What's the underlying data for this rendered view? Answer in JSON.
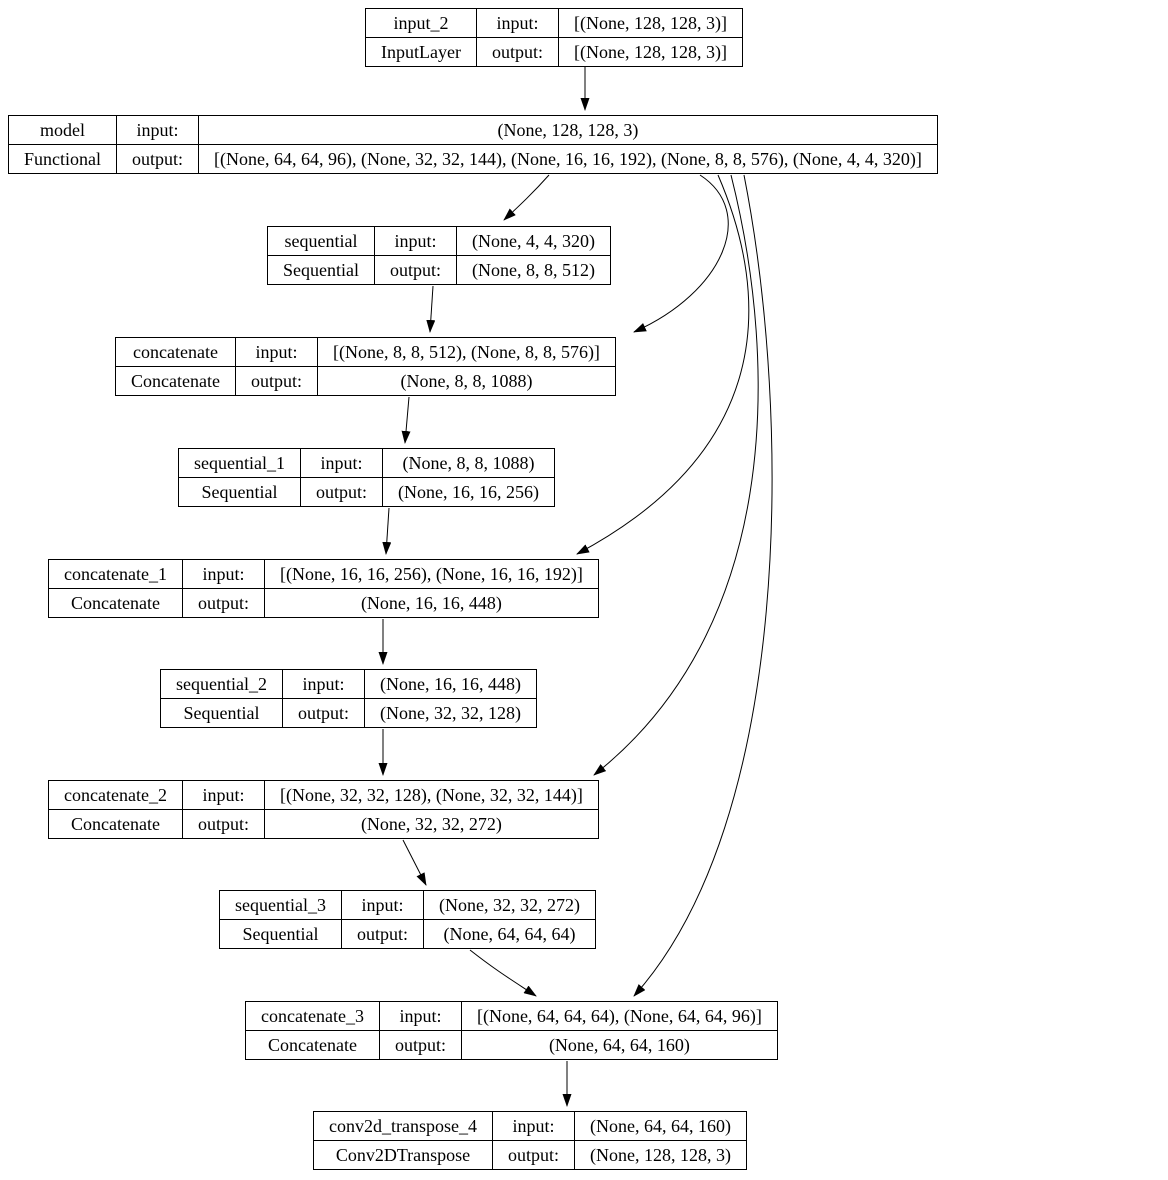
{
  "diagram": {
    "kind": "keras-model-plot",
    "colors": {
      "background": "#ffffff",
      "node_border": "#000000",
      "edge": "#000000",
      "text": "#000000"
    },
    "io_labels": {
      "input": "input:",
      "output": "output:"
    },
    "nodes": [
      {
        "id": "input_2",
        "name": "input_2",
        "class_name": "InputLayer",
        "input_label": "input:",
        "output_label": "output:",
        "input_shape": "[(None, 128, 128, 3)]",
        "output_shape": "[(None, 128, 128, 3)]"
      },
      {
        "id": "model",
        "name": "model",
        "class_name": "Functional",
        "input_label": "input:",
        "output_label": "output:",
        "input_shape": "(None, 128, 128, 3)",
        "output_shape": "[(None, 64, 64, 96), (None, 32, 32, 144), (None, 16, 16, 192), (None, 8, 8, 576), (None, 4, 4, 320)]"
      },
      {
        "id": "sequential",
        "name": "sequential",
        "class_name": "Sequential",
        "input_label": "input:",
        "output_label": "output:",
        "input_shape": "(None, 4, 4, 320)",
        "output_shape": "(None, 8, 8, 512)"
      },
      {
        "id": "concatenate",
        "name": "concatenate",
        "class_name": "Concatenate",
        "input_label": "input:",
        "output_label": "output:",
        "input_shape": "[(None, 8, 8, 512), (None, 8, 8, 576)]",
        "output_shape": "(None, 8, 8, 1088)"
      },
      {
        "id": "sequential_1",
        "name": "sequential_1",
        "class_name": "Sequential",
        "input_label": "input:",
        "output_label": "output:",
        "input_shape": "(None, 8, 8, 1088)",
        "output_shape": "(None, 16, 16, 256)"
      },
      {
        "id": "concatenate_1",
        "name": "concatenate_1",
        "class_name": "Concatenate",
        "input_label": "input:",
        "output_label": "output:",
        "input_shape": "[(None, 16, 16, 256), (None, 16, 16, 192)]",
        "output_shape": "(None, 16, 16, 448)"
      },
      {
        "id": "sequential_2",
        "name": "sequential_2",
        "class_name": "Sequential",
        "input_label": "input:",
        "output_label": "output:",
        "input_shape": "(None, 16, 16, 448)",
        "output_shape": "(None, 32, 32, 128)"
      },
      {
        "id": "concatenate_2",
        "name": "concatenate_2",
        "class_name": "Concatenate",
        "input_label": "input:",
        "output_label": "output:",
        "input_shape": "[(None, 32, 32, 128), (None, 32, 32, 144)]",
        "output_shape": "(None, 32, 32, 272)"
      },
      {
        "id": "sequential_3",
        "name": "sequential_3",
        "class_name": "Sequential",
        "input_label": "input:",
        "output_label": "output:",
        "input_shape": "(None, 32, 32, 272)",
        "output_shape": "(None, 64, 64, 64)"
      },
      {
        "id": "concatenate_3",
        "name": "concatenate_3",
        "class_name": "Concatenate",
        "input_label": "input:",
        "output_label": "output:",
        "input_shape": "[(None, 64, 64, 64), (None, 64, 64, 96)]",
        "output_shape": "(None, 64, 64, 160)"
      },
      {
        "id": "conv2d_transpose_4",
        "name": "conv2d_transpose_4",
        "class_name": "Conv2DTranspose",
        "input_label": "input:",
        "output_label": "output:",
        "input_shape": "(None, 64, 64, 160)",
        "output_shape": "(None, 128, 128, 3)"
      }
    ],
    "edges": [
      {
        "from": "input_2",
        "to": "model"
      },
      {
        "from": "model",
        "to": "sequential"
      },
      {
        "from": "model",
        "to": "concatenate"
      },
      {
        "from": "sequential",
        "to": "concatenate"
      },
      {
        "from": "concatenate",
        "to": "sequential_1"
      },
      {
        "from": "sequential_1",
        "to": "concatenate_1"
      },
      {
        "from": "model",
        "to": "concatenate_1"
      },
      {
        "from": "concatenate_1",
        "to": "sequential_2"
      },
      {
        "from": "sequential_2",
        "to": "concatenate_2"
      },
      {
        "from": "model",
        "to": "concatenate_2"
      },
      {
        "from": "concatenate_2",
        "to": "sequential_3"
      },
      {
        "from": "sequential_3",
        "to": "concatenate_3"
      },
      {
        "from": "model",
        "to": "concatenate_3"
      },
      {
        "from": "concatenate_3",
        "to": "conv2d_transpose_4"
      }
    ]
  }
}
